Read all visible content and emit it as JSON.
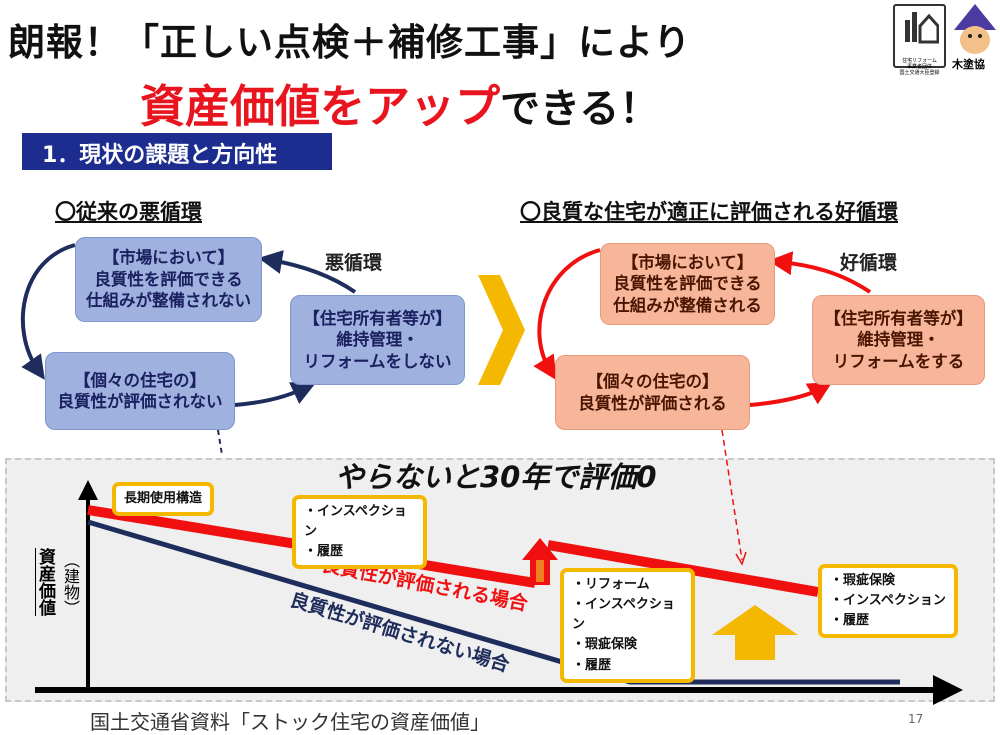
{
  "title": {
    "line1": "朗報！「正しい点検＋補修工事」により",
    "line2_red": "資産価値をアップ",
    "line2_black": "できる！"
  },
  "logos": {
    "reform": "住宅リフォーム\n事業者団体\n国土交通大臣登録",
    "mokutokyo": "木塗協"
  },
  "section_banner": "1．現状の課題と方向性",
  "left": {
    "heading": "〇従来の悪循環",
    "cycle_label": "悪循環",
    "boxes": [
      "【市場において】\n良質性を評価できる\n仕組みが整備されない",
      "【住宅所有者等が】\n維持管理・\nリフォームをしない",
      "【個々の住宅の】\n良質性が評価されない"
    ]
  },
  "right": {
    "heading": "〇良質な住宅が適正に評価される好循環",
    "cycle_label": "好循環",
    "boxes": [
      "【市場において】\n良質性を評価できる\n仕組みが整備される",
      "【住宅所有者等が】\n維持管理・\nリフォームをする",
      "【個々の住宅の】\n良質性が評価される"
    ]
  },
  "chart": {
    "title": "やらないと30年で評価0",
    "ylabel": "資産価値",
    "ylabel_sub": "（建物）",
    "red_label": "良質性が評価される場合",
    "blue_label": "良質性が評価されない場合",
    "notes": [
      "長期使用構造",
      "・インスペクション\n・履歴",
      "・リフォーム\n・インスペクション\n・瑕疵保険\n・履歴",
      "・瑕疵保険\n・インスペクション\n・履歴"
    ],
    "colors": {
      "red": "#f01010",
      "blue": "#1f2d5c",
      "yellow": "#f5b800"
    }
  },
  "footer": {
    "source": "国土交通省資料「ストック住宅の資産価値」",
    "page": "17"
  }
}
